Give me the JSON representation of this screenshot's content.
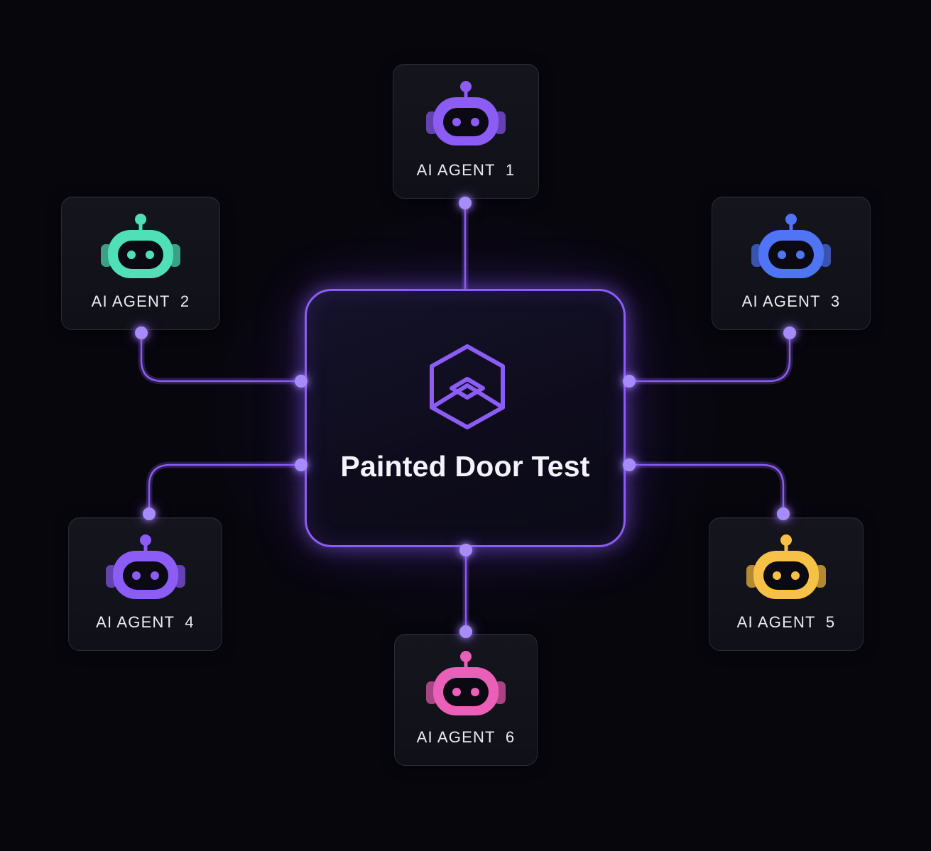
{
  "hub": {
    "title": "Painted Door Test",
    "icon": "hexagon-layers-icon",
    "accent_color": "#8b5cf6"
  },
  "connector_color": "#8b5cf6",
  "agents": [
    {
      "label": "AI AGENT  1",
      "icon": "robot-icon",
      "color": "#8b5cf6"
    },
    {
      "label": "AI AGENT  2",
      "icon": "robot-icon",
      "color": "#4fe0b8"
    },
    {
      "label": "AI AGENT  3",
      "icon": "robot-icon",
      "color": "#4f74f5"
    },
    {
      "label": "AI AGENT  4",
      "icon": "robot-icon",
      "color": "#8b5cf6"
    },
    {
      "label": "AI AGENT  5",
      "icon": "robot-icon",
      "color": "#f7c046"
    },
    {
      "label": "AI AGENT  6",
      "icon": "robot-icon",
      "color": "#ea5fb8"
    }
  ]
}
